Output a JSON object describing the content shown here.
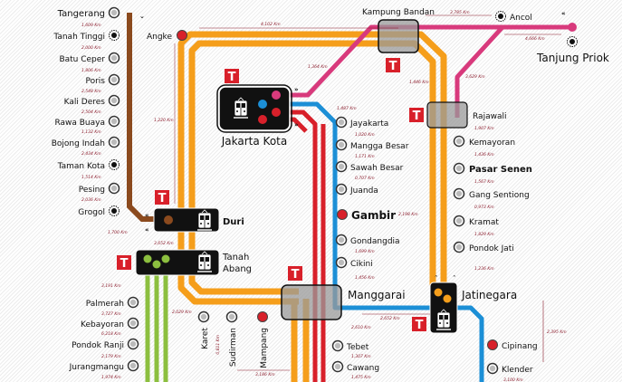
{
  "colors": {
    "orange": "#f59e1b",
    "brown": "#8b4a1e",
    "pink": "#d83a7c",
    "blue": "#1c8fd6",
    "red": "#d8202a",
    "green": "#8cbf3f",
    "hub": "#999999",
    "dist": "#8a1b2b"
  },
  "hubs": {
    "jakarta_kota": "Jakarta Kota",
    "kampung_bandan": "Kampung Bandan",
    "tanjung_priok": "Tanjung Priok",
    "duri": "Duri",
    "tanah_abang_1": "Tanah",
    "tanah_abang_2": "Abang",
    "manggarai": "Manggarai",
    "jatinegara": "Jatinegara",
    "rajawali": "Rajawali",
    "pasar_senen": "Pasar Senen",
    "gambir": "Gambir"
  },
  "tangerang_line": {
    "stations": [
      "Tangerang",
      "Tanah Tinggi",
      "Batu Ceper",
      "Poris",
      "Kali Deres",
      "Rawa Buaya",
      "Bojong Indah",
      "Taman Kota",
      "Pesing",
      "Grogol"
    ],
    "distances": [
      "1,609 Km",
      "2,000 Km",
      "1,806 Km",
      "2,548 Km",
      "2,504 Km",
      "1,132 Km",
      "2,434 Km",
      "1,514 Km",
      "2,036 Km",
      "1,700 Km"
    ]
  },
  "serpong_line": {
    "stations": [
      "Palmerah",
      "Kebayoran",
      "Pondok Ranji",
      "Jurangmangu"
    ],
    "distances": [
      "3,191 Km",
      "3,727 Km",
      "6,218 Km",
      "2,179 Km",
      "1,974 Km"
    ]
  },
  "central_line": {
    "stations": [
      "Jayakarta",
      "Mangga Besar",
      "Sawah Besar",
      "Juanda",
      "Gambir",
      "Gondangdia",
      "Cikini"
    ],
    "distances": [
      "1,487 Km",
      "1,020 Km",
      "1,171 Km",
      "0,707 Km",
      "2,198 Km",
      "1,699 Km",
      "1,456 Km"
    ]
  },
  "south_line": {
    "stations": [
      "Tebet",
      "Cawang"
    ],
    "distances": [
      "2,610 Km",
      "1,307 Km",
      "1,475 Km"
    ]
  },
  "east_line": {
    "stations": [
      "Kemayoran",
      "Pasar Senen",
      "Gang Sentiong",
      "Kramat",
      "Pondok Jati"
    ],
    "distances": [
      "1,907 Km",
      "1,436 Km",
      "1,567 Km",
      "0,973 Km",
      "1,829 Km",
      "1,236 Km"
    ]
  },
  "bekasi_line": {
    "stations": [
      "Cipinang",
      "Klender"
    ],
    "distances": [
      "2,395 Km",
      "3,100 Km"
    ]
  },
  "loop_line": {
    "stations": [
      "Angke",
      "Karet",
      "Sudirman",
      "Mampang"
    ],
    "distances": [
      "1,220 Km",
      "4,102 Km",
      "3,652 Km",
      "2,029 Km",
      "0,811 Km",
      "3,186 Km",
      "1,446 Km",
      "2,652 Km"
    ]
  },
  "priok_line": {
    "stations": [
      "Ancol",
      "Tanjung Priok"
    ],
    "distances": [
      "1,364 Km",
      "3,785 Km",
      "4,666 Km",
      "3,629 Km"
    ]
  },
  "transfer_icon": "T"
}
